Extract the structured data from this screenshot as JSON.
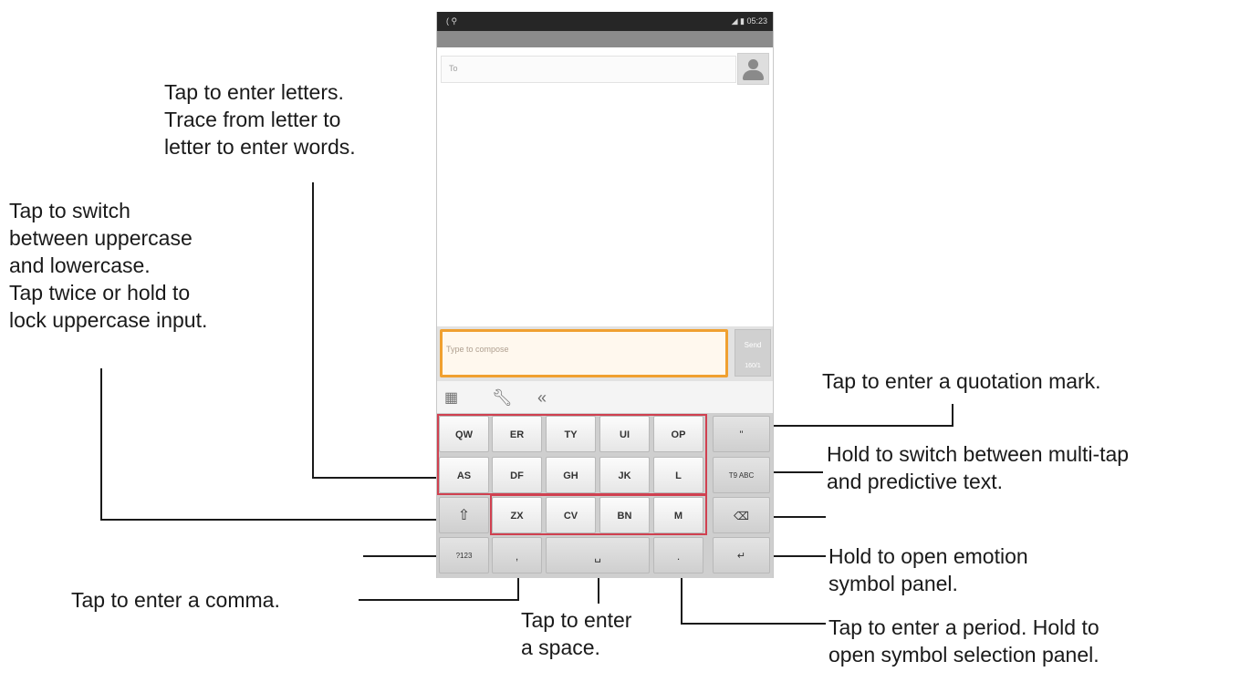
{
  "callouts": {
    "letters": "Tap  to enter letters.\nTrace from letter to\nletter to enter words.",
    "shift": "Tap to switch\nbetween uppercase\nand lowercase.\nTap twice or hold to\nlock uppercase input.",
    "quote": "Tap to enter a quotation mark.",
    "multitap": "Hold to switch between multi-tap\nand predictive text.",
    "emotion": "Hold to open emotion\nsymbol panel.",
    "comma": "Tap to enter a comma.",
    "space": "Tap to enter\na space.",
    "period": "Tap to enter a period. Hold to\nopen symbol selection panel."
  },
  "phone": {
    "status_left": "( ⚲",
    "status_right": "◢ ▮ 05:23",
    "to_placeholder": "To",
    "compose_placeholder": "Type to compose",
    "send_label": "Send",
    "send_counter": "160/1",
    "toolbar_icons": [
      "keyboard-grid-icon",
      "wrench-icon",
      "double-chevron-left-icon"
    ],
    "keys": {
      "row1": [
        "QW",
        "ER",
        "TY",
        "UI",
        "OP"
      ],
      "row2": [
        "AS",
        "DF",
        "GH",
        "JK",
        "L"
      ],
      "row3": [
        "ZX",
        "CV",
        "BN",
        "M"
      ],
      "quote": "\"",
      "mode": "T9 ABC",
      "shift": "⇧",
      "delete": "⌫",
      "sym": "?123",
      "comma": ",",
      "space": "␣",
      "period": ".",
      "enter": "↵"
    }
  }
}
